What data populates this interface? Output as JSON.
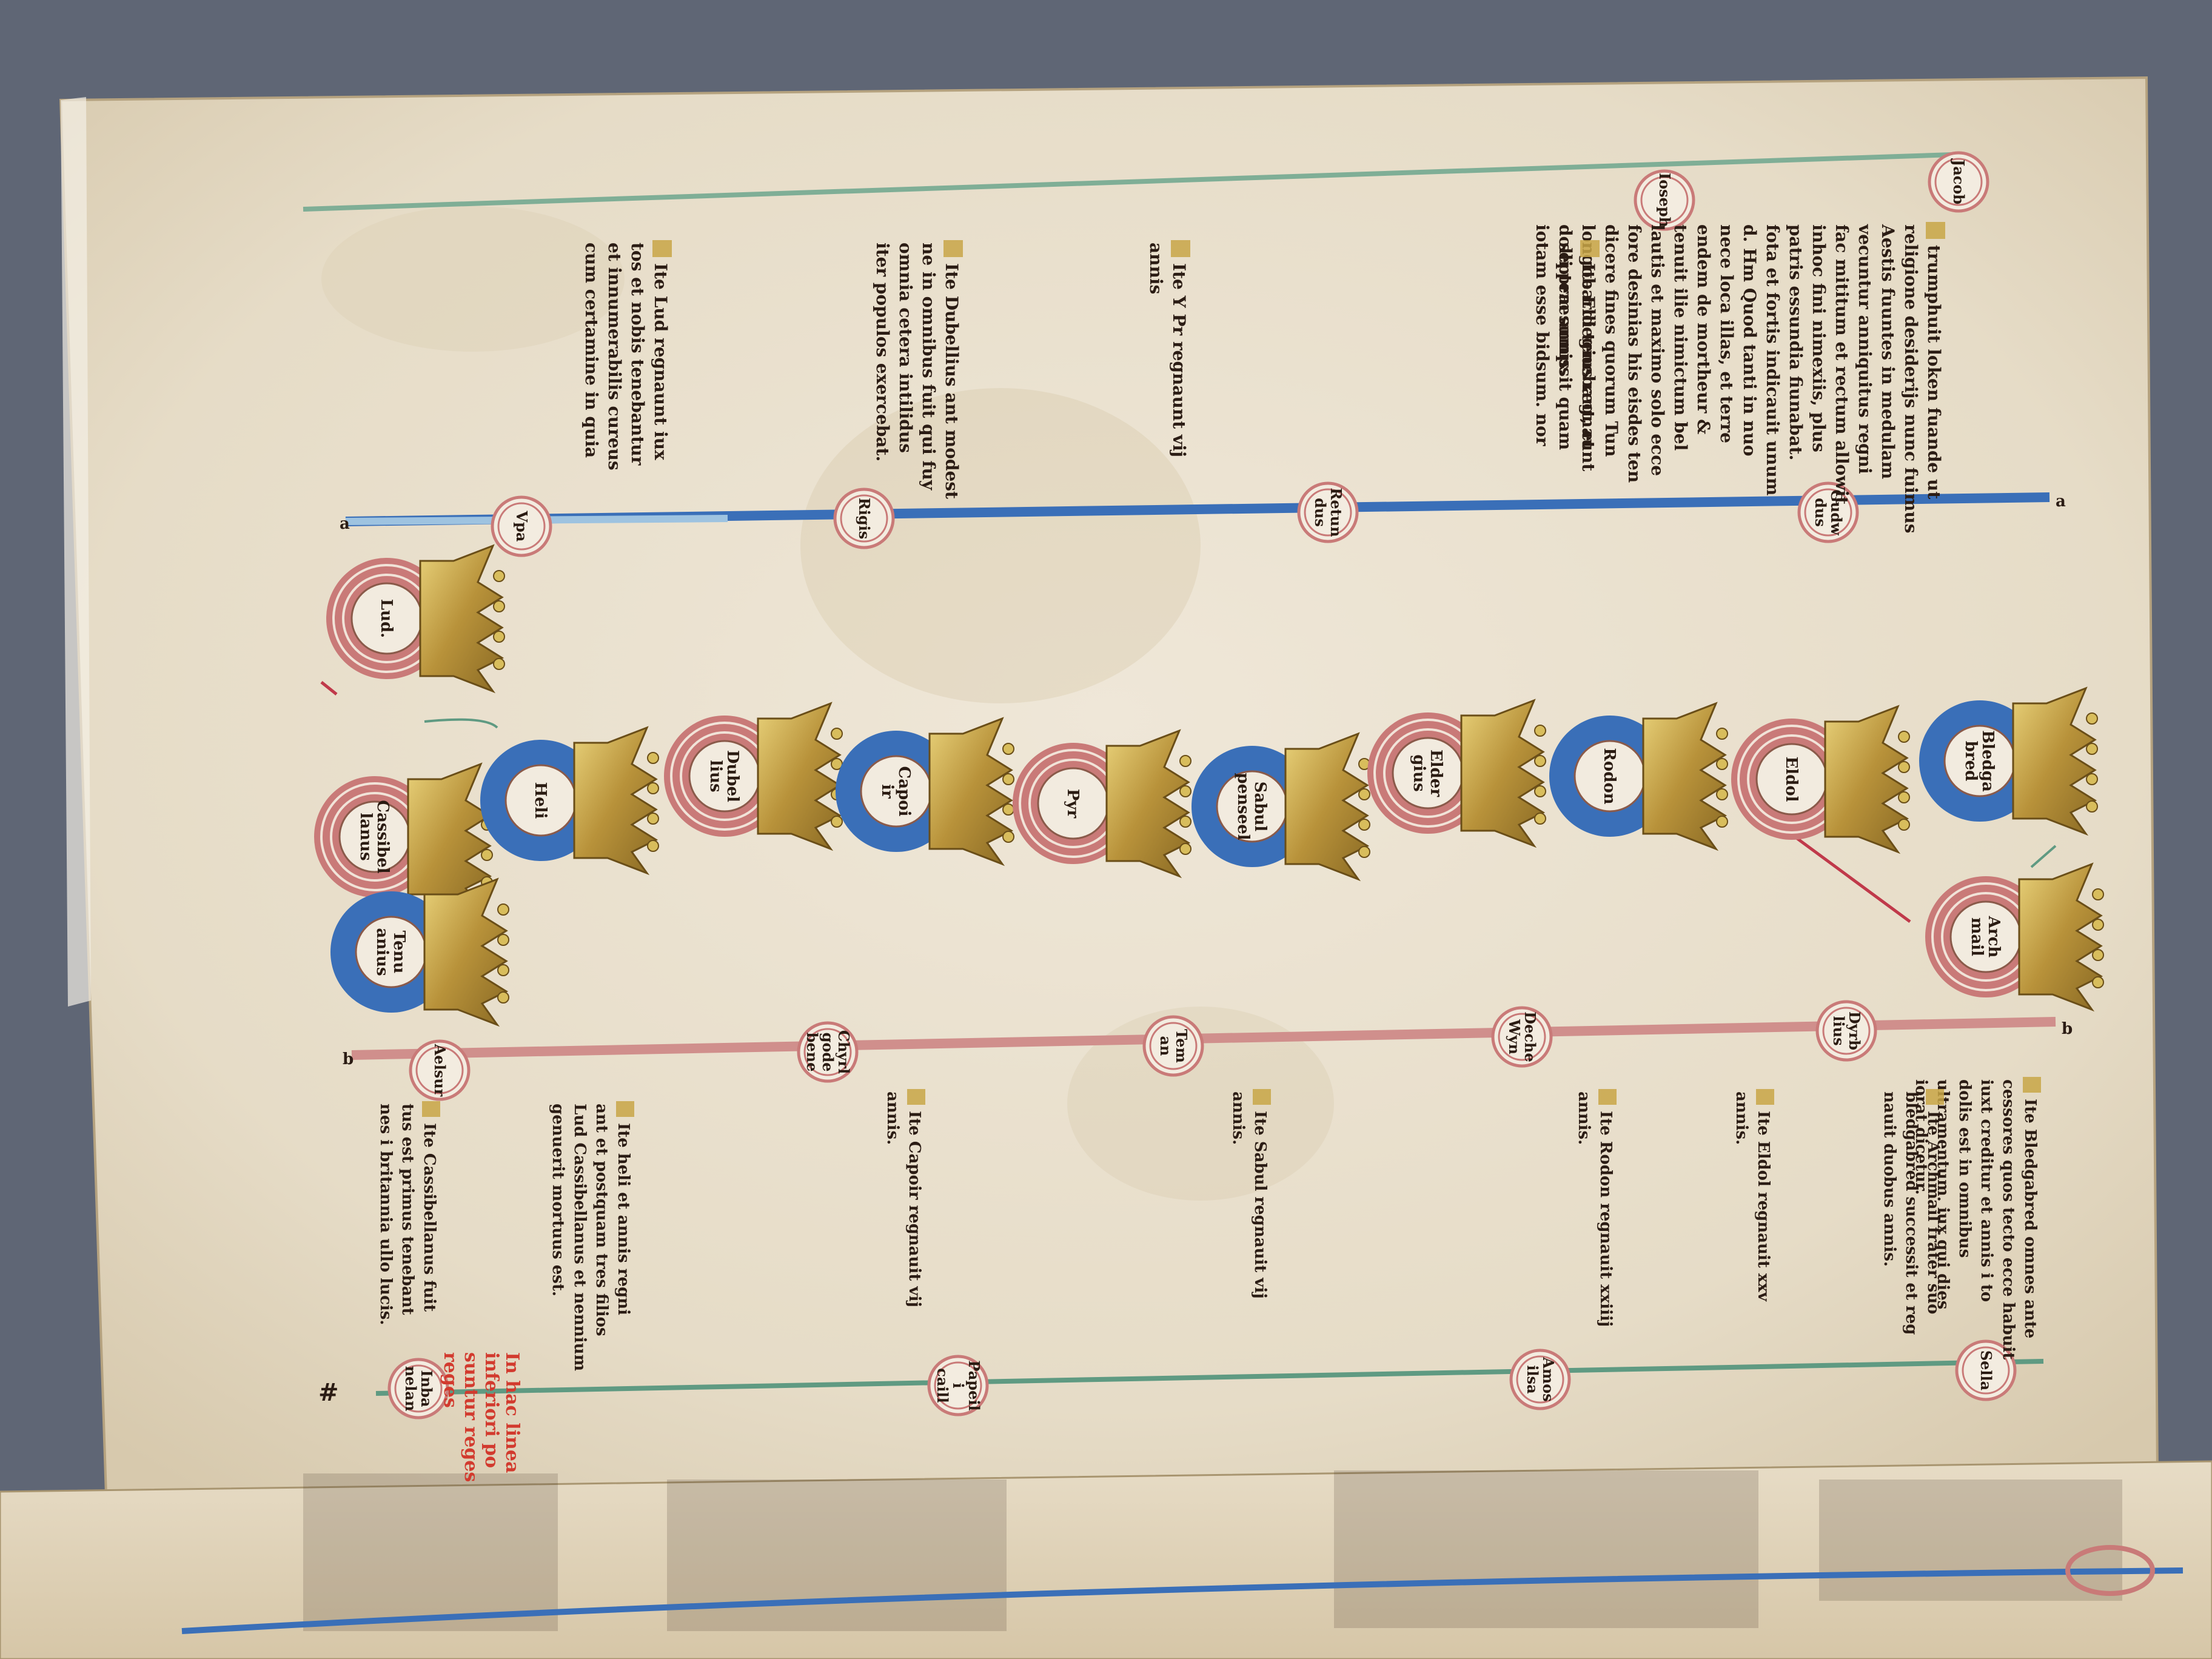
{
  "document": {
    "kind": "illuminated genealogical roll (photograph of manuscript, rotated 90°)",
    "colors": {
      "blue_band": "#3a6fb8",
      "red_band": "#c97a78",
      "green_band": "#5f9a82",
      "parchment": "#ece3d3",
      "gold": "#c8a646",
      "rubric_red": "#d23a2e",
      "ink": "#2b1c14"
    }
  },
  "rulers": {
    "blue_column": {
      "medallions": [
        {
          "text": "Jacob"
        },
        {
          "text": "Ioseph"
        },
        {
          "text": "Gudw dus"
        },
        {
          "text": "Retun dus"
        },
        {
          "text": "Rigis"
        },
        {
          "text": "Vpa"
        }
      ]
    },
    "crowned": {
      "medallions": [
        {
          "text": "Lud."
        },
        {
          "text": "Cassibel lanus"
        },
        {
          "text": "Heli"
        },
        {
          "text": "Dubel lius"
        },
        {
          "text": "Capoi ir"
        },
        {
          "text": "Pyr"
        },
        {
          "text": "Sabul penseel"
        },
        {
          "text": "Elder gius"
        },
        {
          "text": "Rodon"
        },
        {
          "text": "Eldol"
        },
        {
          "text": "Bledga bred"
        },
        {
          "text": "Arch mail"
        },
        {
          "text": "Tenu anius"
        }
      ]
    },
    "red_column": {
      "medallions": [
        {
          "text": "Aelsur"
        },
        {
          "text": "Chyrl gode bene"
        },
        {
          "text": "Tem an"
        },
        {
          "text": "Deche Wyn"
        },
        {
          "text": "Dyrb lius"
        }
      ]
    },
    "green_column": {
      "medallions": [
        {
          "text": "Sella"
        },
        {
          "text": "Amos ilsa"
        },
        {
          "text": "Papeil i caill"
        },
        {
          "text": "Inba nelan"
        }
      ]
    }
  },
  "text_blocks": [
    {
      "lines": [
        "trumphuit loken fuande ut",
        "religione desiderijs nunc fuimus",
        "Aestis fuuntes in medulam",
        "vecuntur anniquitus regni",
        "fac mititum et rectum allowit",
        "inhoc fini nimexiis, plus",
        "patris essundia fiunabat.",
        "fota et fortis indicauit unum",
        "d. Hm Quod tanti in nuo",
        "nece loca illas, et terre",
        "endem de mortheur &",
        "tenuit ilie nimictum bel",
        "lautis et maximo solo ecce",
        "fore desinias his eisdes ten",
        "dicere fines quorum Tun",
        "longobardi tenebant, et",
        "dolli praesumpsit quam",
        "iotam esse bidsum. nor"
      ]
    },
    {
      "lines": [
        "Ite Eldegius regnaunt",
        "septem annis."
      ]
    },
    {
      "lines": [
        "Ite Y Pr regnaunt vij",
        "annis"
      ]
    },
    {
      "lines": [
        "Ite Dubellius ant modest",
        "ne in omnibus fuit qui fuy",
        "omnia cetera intilidus",
        "iter populos exercebat."
      ]
    },
    {
      "lines": [
        "Ite Lud regnaunt iux",
        "tos et nobis tenebantur",
        "et innumerabilis cureus",
        "cum certamine in quia"
      ]
    },
    {
      "lines": [
        "Ite Bledgabred omnes ante",
        "cessores quos tecto ecce habuit",
        "iuxt creditur et annis i to",
        "dolis est in omnibus",
        "ultramentum. iux qui dies",
        "iorat dicetur."
      ]
    },
    {
      "lines": [
        "Ite Archmail frater suo",
        "bledgabred successit et reg",
        "nauit duobus annis."
      ]
    },
    {
      "lines": [
        "Ite Eldol regnauit xxv",
        "annis."
      ]
    },
    {
      "lines": [
        "Ite Rodon regnauit xxiiij",
        "annis."
      ]
    },
    {
      "lines": [
        "Ite Sabul regnauit vij",
        "annis."
      ]
    },
    {
      "lines": [
        "Ite Capoir regnauit vij",
        "annis."
      ]
    },
    {
      "lines": [
        "Ite heli et annis regni",
        "ant et postquam tres filios",
        "Lud Cassibellanus et nennium",
        "genuerit mortuus est."
      ]
    },
    {
      "lines": [
        "Ite Cassibellanus fuit",
        "tus est primus tenebant",
        "nes i britannia ullo lucis."
      ]
    }
  ],
  "rubric": {
    "lines": [
      "In hac linea",
      "inferiori po",
      "suntur reges",
      "reges"
    ]
  },
  "marginalia": {
    "corner_b_1": "b",
    "corner_b_2": "b",
    "corner_a": "a",
    "corner_a_2": "a",
    "hash_mark": "#"
  }
}
